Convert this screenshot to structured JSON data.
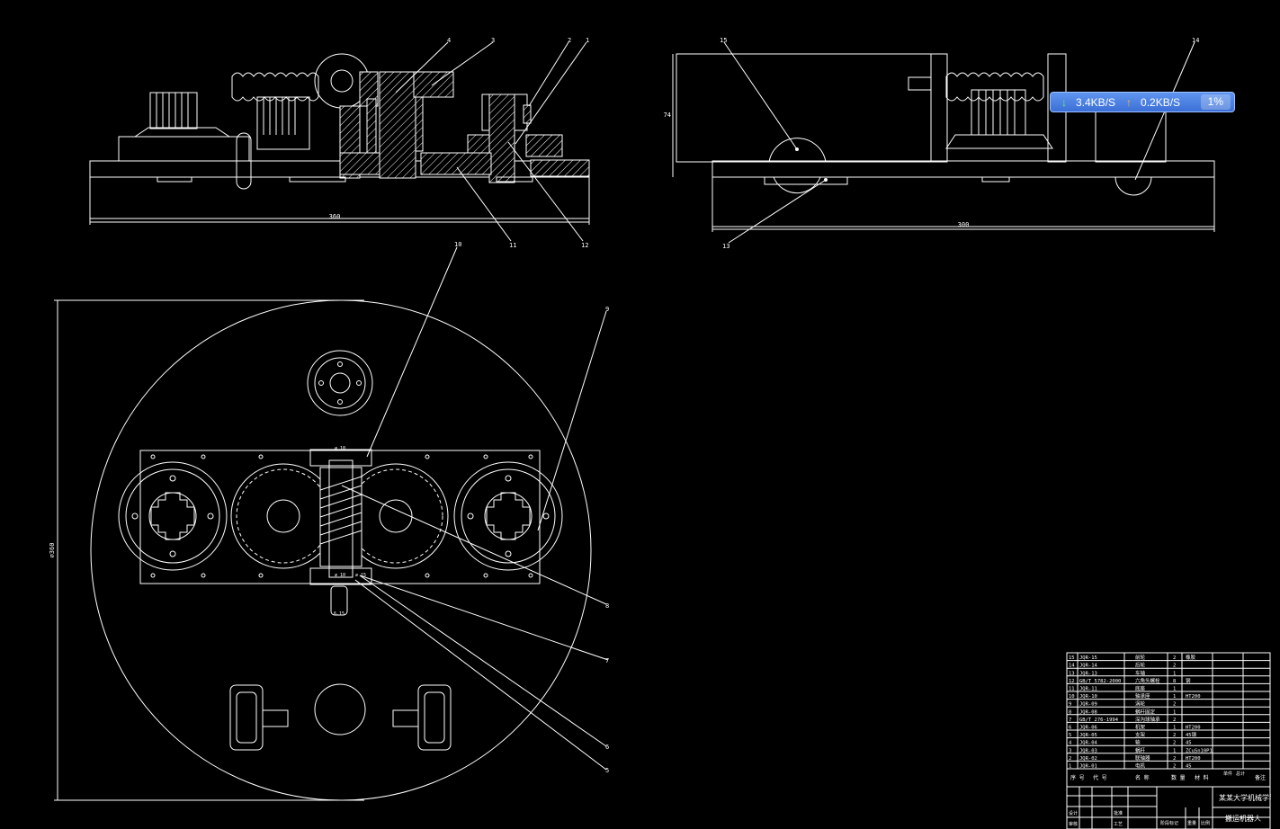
{
  "views": {
    "front": {
      "width_dim": "360",
      "callouts": [
        "4",
        "3",
        "2",
        "1",
        "11",
        "12"
      ]
    },
    "side": {
      "width_dim": "300",
      "height_dim": "74",
      "callouts": [
        "15",
        "14",
        "13"
      ]
    },
    "top": {
      "diameter_dim": "⌀360",
      "callouts": [
        "10",
        "9",
        "8",
        "7",
        "6",
        "5"
      ],
      "small_dims": [
        "⌀ 10",
        "⌀ 10",
        "⌀ 15",
        "6.15"
      ]
    }
  },
  "title_block": {
    "school": "某某大学机械学院",
    "drawing_name": "搬运机器人",
    "parts": [
      {
        "no": "15",
        "code": "JQR-15",
        "name": "前轮",
        "qty": "2",
        "mat": "橡胶"
      },
      {
        "no": "14",
        "code": "JQR-14",
        "name": "后轮",
        "qty": "2",
        "mat": ""
      },
      {
        "no": "13",
        "code": "JQR-13",
        "name": "车轴",
        "qty": "1",
        "mat": ""
      },
      {
        "no": "12",
        "code": "GB/T 5782-2000",
        "name": "六角头螺栓",
        "qty": "8",
        "mat": "钢"
      },
      {
        "no": "11",
        "code": "JQR-11",
        "name": "底座",
        "qty": "1",
        "mat": ""
      },
      {
        "no": "10",
        "code": "JQR-10",
        "name": "轴承座",
        "qty": "1",
        "mat": "HT200"
      },
      {
        "no": "9",
        "code": "JQR-09",
        "name": "涡轮",
        "qty": "2",
        "mat": ""
      },
      {
        "no": "8",
        "code": "JQR-08",
        "name": "蜗杆固定",
        "qty": "1",
        "mat": ""
      },
      {
        "no": "7",
        "code": "GB/T 276-1994",
        "name": "深沟球轴承",
        "qty": "2",
        "mat": ""
      },
      {
        "no": "6",
        "code": "JQR-06",
        "name": "机架",
        "qty": "1",
        "mat": "HT200"
      },
      {
        "no": "5",
        "code": "JQR-05",
        "name": "支架",
        "qty": "2",
        "mat": "45钢"
      },
      {
        "no": "4",
        "code": "JQR-04",
        "name": "轴",
        "qty": "2",
        "mat": "45"
      },
      {
        "no": "3",
        "code": "JQR-03",
        "name": "蜗杆",
        "qty": "1",
        "mat": "ZCuSn10P1"
      },
      {
        "no": "2",
        "code": "JQR-02",
        "name": "联轴器",
        "qty": "2",
        "mat": "HT200"
      },
      {
        "no": "1",
        "code": "JQR-01",
        "name": "电机",
        "qty": "2",
        "mat": "45"
      }
    ],
    "header": {
      "no": "序 号",
      "code": "代 号",
      "name": "名 称",
      "qty": "数 量",
      "mat": "材 料",
      "weight": "单件",
      "total": "总计",
      "remark": "备注"
    },
    "bottom": {
      "design": "设计",
      "check": "审核",
      "process": "工艺",
      "approve": "批准",
      "stage": "阶段标记",
      "weight": "重量",
      "scale": "比例"
    }
  },
  "net_monitor": {
    "download": "3.4KB/S",
    "upload": "0.2KB/S",
    "cpu": "1%",
    "colors": {
      "bg": "#4a80e6",
      "down": "#5cff6a",
      "up": "#ffb040"
    }
  }
}
